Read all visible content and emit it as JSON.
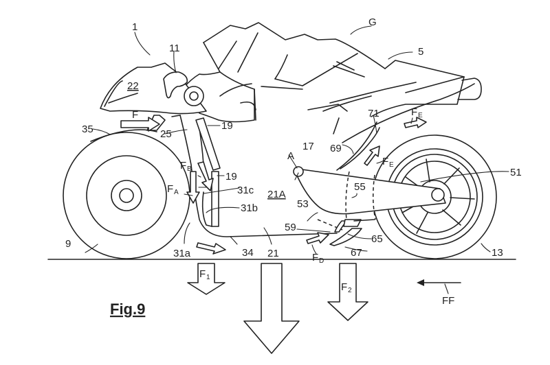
{
  "figure": {
    "title": "Fig.9",
    "subject": "Motorcycle with rider, side view, aerodynamic airflow diagram",
    "reference_numerals": {
      "vehicle": "1",
      "rider": "G",
      "seat": "5",
      "headlight_unit": "11",
      "front_fairing": "22",
      "front_fender": "35",
      "front_wheel": "9",
      "rear_wheel": "13",
      "duct": "25",
      "side_panel_upper": "19",
      "side_panel_lower": "19",
      "swing_arm": "17",
      "pivot": "A",
      "swing_arm_body": "53",
      "dashed_region": "55",
      "rear_axle": "51",
      "underbody": "21",
      "underbody_space": "21A",
      "under_edge": "34",
      "flow_edge_a": "31a",
      "flow_edge_b": "31b",
      "flow_edge_c": "31c",
      "vane_59": "59",
      "vane_65": "65",
      "vane_67": "67",
      "rear_guide": "69",
      "rear_edge": "71"
    },
    "force_labels": {
      "front_flow": "F",
      "flow_a_main": "F",
      "flow_a_sub": "A",
      "flow_b_main": "F",
      "flow_b_sub": "B",
      "flow_d_main": "F",
      "flow_d_sub": "D",
      "flow_e_main": "F",
      "flow_e_sub": "E",
      "downforce_1_main": "F",
      "downforce_1_sub": "1",
      "downforce_2_main": "F",
      "downforce_2_sub": "2",
      "freestream": "FF"
    }
  }
}
